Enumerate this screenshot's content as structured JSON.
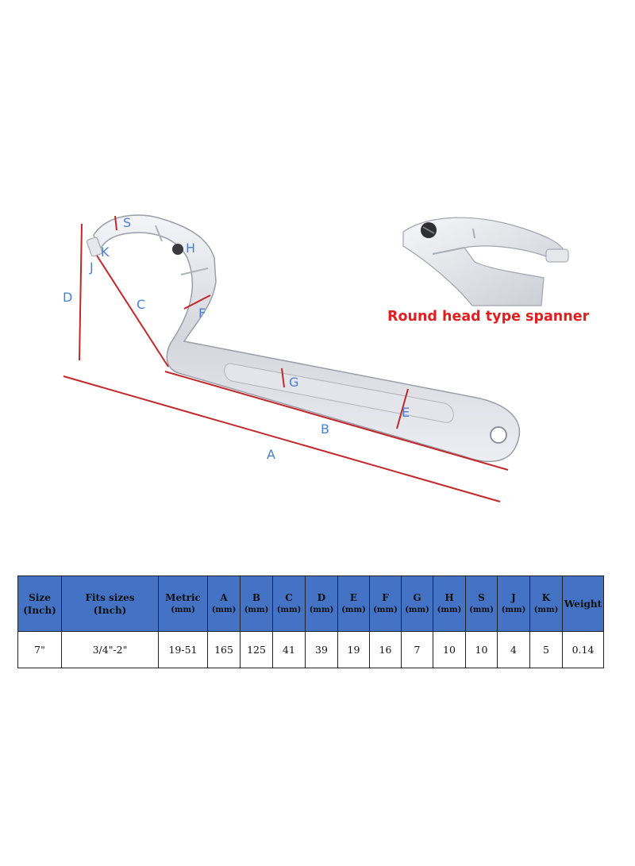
{
  "diagram": {
    "labels": {
      "A": "A",
      "B": "B",
      "C": "C",
      "D": "D",
      "E": "E",
      "F": "F",
      "G": "G",
      "H": "H",
      "J": "J",
      "K": "K",
      "S": "S"
    },
    "caption": "Round head type spanner",
    "colors": {
      "dimension_line": "#c0282c",
      "label": "#4a7fd4",
      "caption": "#e02020",
      "tool": "#d9dbe0"
    }
  },
  "table": {
    "header_color": "#4472c4",
    "columns": [
      {
        "name": "Size",
        "unit": "(Inch)"
      },
      {
        "name": "Fits sizes",
        "unit": "(Inch)"
      },
      {
        "name": "Metric",
        "unit": "(mm)"
      },
      {
        "name": "A",
        "unit": "(mm)"
      },
      {
        "name": "B",
        "unit": "(mm)"
      },
      {
        "name": "C",
        "unit": "(mm)"
      },
      {
        "name": "D",
        "unit": "(mm)"
      },
      {
        "name": "E",
        "unit": "(mm)"
      },
      {
        "name": "F",
        "unit": "(mm)"
      },
      {
        "name": "G",
        "unit": "(mm)"
      },
      {
        "name": "H",
        "unit": "(mm)"
      },
      {
        "name": "S",
        "unit": "(mm)"
      },
      {
        "name": "J",
        "unit": "(mm)"
      },
      {
        "name": "K",
        "unit": "(mm)"
      },
      {
        "name": "Weight",
        "unit": ""
      }
    ],
    "rows": [
      [
        "7\"",
        "3/4\"-2\"",
        "19-51",
        "165",
        "125",
        "41",
        "39",
        "19",
        "16",
        "7",
        "10",
        "10",
        "4",
        "5",
        "0.14"
      ]
    ]
  }
}
